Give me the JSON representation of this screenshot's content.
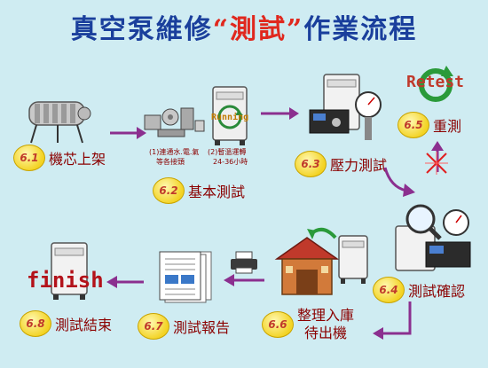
{
  "title": {
    "prefix": "真空泵維修",
    "quote_open": "“",
    "emphasis": "測試",
    "quote_close": "”",
    "suffix": "作業流程"
  },
  "steps": [
    {
      "num": "6.1",
      "label": "機芯上架"
    },
    {
      "num": "6.2",
      "label": "基本測試"
    },
    {
      "num": "6.3",
      "label": "壓力測試"
    },
    {
      "num": "6.4",
      "label": "測試確認"
    },
    {
      "num": "6.5",
      "label": "重測"
    },
    {
      "num": "6.6",
      "label": "整理入庫",
      "label2": "待出機"
    },
    {
      "num": "6.7",
      "label": "測試報告"
    },
    {
      "num": "6.8",
      "label": "測試結束"
    }
  ],
  "notes": {
    "note1_line1": "(1)連通水.電.氣",
    "note1_line2": "等各接頭",
    "note2_line1": "(2)暫溫運轉",
    "note2_line2": "24-36小時"
  },
  "words": {
    "running": "Running",
    "retest": "Retest",
    "finish": "finish"
  },
  "colors": {
    "background": "#cfecf2",
    "title": "#1a3f9c",
    "title_emphasis": "#e0281e",
    "step_label": "#8b0000",
    "badge": "#f3d324",
    "arrow": "#8b2f8f"
  }
}
